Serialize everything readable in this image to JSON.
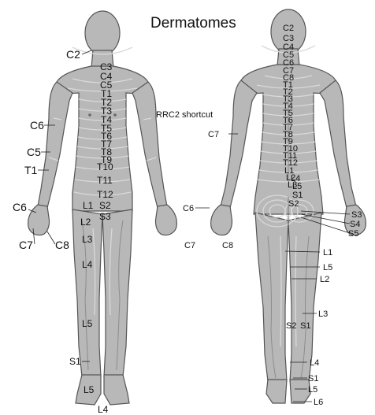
{
  "title": "Dermatomes",
  "annotation": "RRC2 shortcut",
  "colors": {
    "body": "#b8b8b8",
    "outline": "#555555",
    "band": "#d9d9d9",
    "text": "#111111"
  },
  "front": {
    "labels": {
      "c2": "C2",
      "c3": "C3",
      "c4": "C4",
      "c5": "C5",
      "t1": "T1",
      "t2": "T2",
      "t3": "T3",
      "t4": "T4",
      "t5": "T5",
      "t6": "T6",
      "t7": "T7",
      "t8": "T8",
      "t9": "T9",
      "t10": "T10",
      "t11": "T11",
      "t12": "T12",
      "l1": "L1",
      "l2": "L2",
      "l3": "L3",
      "l4": "L4",
      "l5": "L5",
      "s1": "S1",
      "s2": "S2",
      "s3": "S3",
      "c6_arm": "C6",
      "c5_arm": "C5",
      "t1_arm": "T1",
      "c6_hand": "C6",
      "c7_hand": "C7",
      "c8_hand": "C8",
      "l5_foot": "L5",
      "l4_foot": "L4"
    }
  },
  "back": {
    "labels": {
      "c2": "C2",
      "c3": "C3",
      "c4": "C4",
      "c5": "C5",
      "c6": "C6",
      "c7": "C7",
      "c8": "C8",
      "t1": "T1",
      "t2": "T2",
      "t3": "T3",
      "t4": "T4",
      "t5": "T5",
      "t6": "T6",
      "t7": "T7",
      "t8": "T8",
      "t9": "T9",
      "t10": "T10",
      "t11": "T11",
      "t12": "T12",
      "l1": "L1",
      "l2": "L2",
      "l3": "L3",
      "l4": "L4",
      "l5": "L5",
      "s1": "S1",
      "s2": "S2",
      "c7_arm": "C7",
      "c6_hand": "C6",
      "c7_hand": "C7",
      "c8_hand": "C8",
      "s3": "S3",
      "s4": "S4",
      "s5": "S5",
      "l1_leg": "L1",
      "l5_leg": "L5",
      "l2_leg": "L2",
      "l3_leg": "L3",
      "s2_leg": "S2",
      "s1_leg": "S1",
      "l4_leg": "L4",
      "s1_ankle": "S1",
      "l5_foot": "L5",
      "l6_foot": "L6"
    }
  }
}
